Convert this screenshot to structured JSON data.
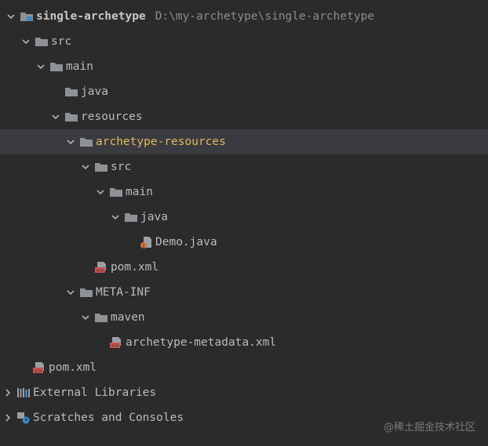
{
  "project_tree": {
    "root": {
      "name": "single-archetype",
      "path": "D:\\my-archetype\\single-archetype"
    },
    "src": "src",
    "main": "main",
    "java": "java",
    "resources": "resources",
    "archetype_resources": "archetype-resources",
    "ar_src": "src",
    "ar_main": "main",
    "ar_java": "java",
    "demo_java": "Demo.java",
    "ar_pom": "pom.xml",
    "meta_inf": "META-INF",
    "maven": "maven",
    "archetype_metadata": "archetype-metadata.xml",
    "root_pom": "pom.xml",
    "external_libraries": "External Libraries",
    "scratches": "Scratches and Consoles"
  },
  "colors": {
    "background": "#2b2b2b",
    "selected_row": "#393b40",
    "highlight_text": "#e2b95a",
    "folder_icon": "#8e9297",
    "xml_icon": "#c75450"
  },
  "watermark": "@稀土掘金技术社区"
}
